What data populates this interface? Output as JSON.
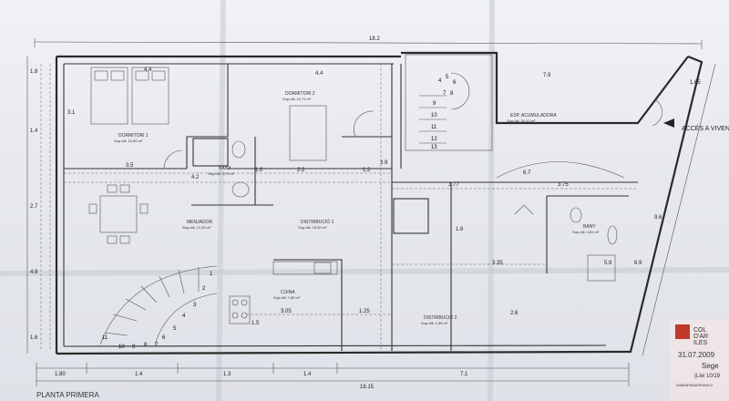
{
  "title": {
    "floor": "PLANTA PRIMERA"
  },
  "stamp": {
    "line1": "COL",
    "line2": "D'AR",
    "line3": "ILES",
    "date": "31.07.2009",
    "ref": "Sege",
    "law": "(Llei 10/19",
    "code": "2AB84F85483F0A2C2",
    "color": "#c0392b"
  },
  "entrance": {
    "label": "ACCÉS A VIVENDA"
  },
  "rooms": {
    "dorm1": {
      "name": "DORMITORI 1",
      "area": "Sup.útil: 12,60 m²"
    },
    "dorm2": {
      "name": "DORMITORI 2",
      "area": "Sup.útil: 12,71 m²"
    },
    "bany": {
      "name": "BANY",
      "area": "Sup.útil: 3,75 m²"
    },
    "menjador": {
      "name": "MENJADOR",
      "area": "Sup.útil: 12,30 m²"
    },
    "distribucio1": {
      "name": "DISTRIBUCIÓ 1",
      "area": "Sup.útil: 15,30 m²"
    },
    "cuina": {
      "name": "CUINA",
      "area": "Sup.útil: 7,83 m²"
    },
    "esp": {
      "name": "ESP. ACUMULADORA",
      "area": "Sup.útil: 30,10 m²"
    },
    "bany2": {
      "name": "BANY",
      "area": "Sup.útil: 4,81 m²"
    },
    "distribucio2": {
      "name": "DISTRIBUCIÓ 2",
      "area": "Sup.útil: 1,99 m²"
    }
  },
  "dims": {
    "top_total": "18.2",
    "bottom_total": "18.15",
    "b1": "1.80",
    "b2": "1.4",
    "b3": "1.3",
    "b4": "1.4",
    "b5": "7.1",
    "left1": "1.8",
    "left2": "1.4",
    "left3": "2.7",
    "left4": "4.9",
    "left5": "1.6",
    "right1": "1.65",
    "right2": "9.6",
    "right3": "6.9",
    "d_44": "4.4",
    "d_42": "4.2",
    "d_44b": "4.4",
    "d_31": "3.1",
    "d_35": "3.5",
    "d_22": "2.2",
    "d_12": "1.2",
    "d_79": "7.9",
    "d_67": "6.7",
    "d_375": "3.75",
    "d_377": "3.77",
    "d_335": "3.35",
    "d_305": "3.05",
    "d_125": "1.25",
    "d_16": "1.6",
    "d_15": "1.5",
    "d_10": "1.0",
    "d_26": "2.6",
    "d_39": "3.9",
    "d_59": "5.9"
  },
  "stairs": {
    "upper": [
      "4",
      "5",
      "6",
      "7",
      "8",
      "9",
      "10",
      "11",
      "12",
      "13"
    ],
    "lower": [
      "11",
      "10",
      "9",
      "8",
      "7",
      "6",
      "5",
      "4",
      "3",
      "2",
      "1"
    ]
  }
}
